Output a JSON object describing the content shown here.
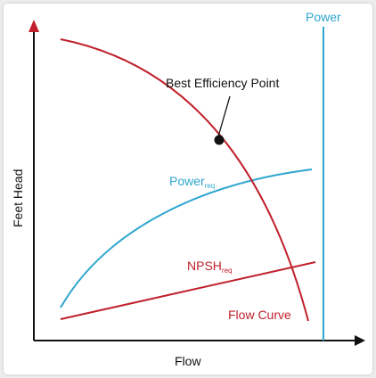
{
  "diagram": {
    "y_axis_label": "Feet Head",
    "x_axis_label": "Flow",
    "labels": {
      "power": "Power",
      "power_req_main": "Power",
      "power_req_sub": "req",
      "npsh_req_main": "NPSH",
      "npsh_req_sub": "req",
      "best_efficiency_point": "Best Efficiency Point",
      "flow_curve": "Flow Curve"
    },
    "colors": {
      "axis": "#111111",
      "arrow_y": "#c0202b",
      "flow_curve": "#c0202b",
      "npsh": "#c0202b",
      "power": "#2fa6cf",
      "power_req": "#2fa6cf",
      "bep_point": "#111111"
    }
  }
}
